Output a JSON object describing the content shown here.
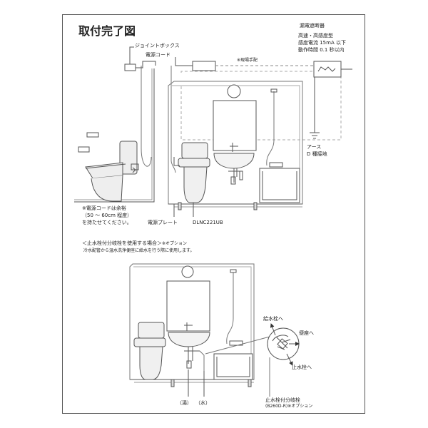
{
  "title": "取付完了図",
  "breaker": {
    "title": "漏電遮断器",
    "line1": "高速・高感度型",
    "line2": "感度電流 15mA 以下",
    "line3": "動作時間 0.1 秒以内"
  },
  "labels": {
    "joint_box": "ジョイントボックス",
    "power_cord": "電源コード",
    "field_arrangement": "※現場手配",
    "earth": "アース",
    "earth_class": "D 種接地",
    "cord_note_1": "※電源コードは余裕",
    "cord_note_2": "（50 ～ 60cm 程度）",
    "cord_note_3": "を持たせてください。",
    "power_plate": "電源プレート",
    "model": "DLNC221UB"
  },
  "section2": {
    "heading": "＜止水栓付分岐栓を使用する場合＞",
    "heading_option": "※オプション",
    "note": "冷水配管から温水洗浄便座に給水を行う際に使用します。",
    "to_supply_valve": "給水栓へ",
    "to_toilet_seat": "便座へ",
    "to_stop_valve": "止水栓へ",
    "hot": "（湯）",
    "cold": "（水）",
    "valve_name": "止水栓付分岐栓",
    "valve_model": "(B260D-R)※オプション"
  },
  "colors": {
    "line": "#555555",
    "thin": "#777777",
    "wall": "#c8c8c8",
    "fill": "#e6e6e6"
  }
}
